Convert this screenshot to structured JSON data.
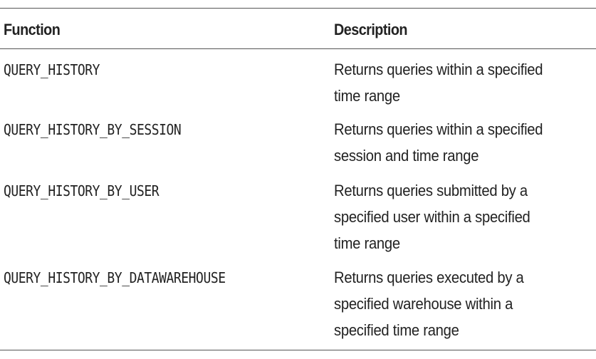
{
  "table": {
    "headers": {
      "function": "Function",
      "description": "Description"
    },
    "rows": [
      {
        "function": "QUERY_HISTORY",
        "description_lines": [
          "Returns queries within a specified",
          "time range"
        ]
      },
      {
        "function": "QUERY_HISTORY_BY_SESSION",
        "description_lines": [
          "Returns queries within a specified",
          "session and time range"
        ]
      },
      {
        "function": "QUERY_HISTORY_BY_USER",
        "description_lines": [
          "Returns queries submitted by a",
          "specified user within a specified",
          "time range"
        ]
      },
      {
        "function": "QUERY_HISTORY_BY_DATAWAREHOUSE",
        "description_lines": [
          "Returns queries executed by a",
          "specified warehouse within a",
          "specified time range"
        ]
      }
    ]
  }
}
